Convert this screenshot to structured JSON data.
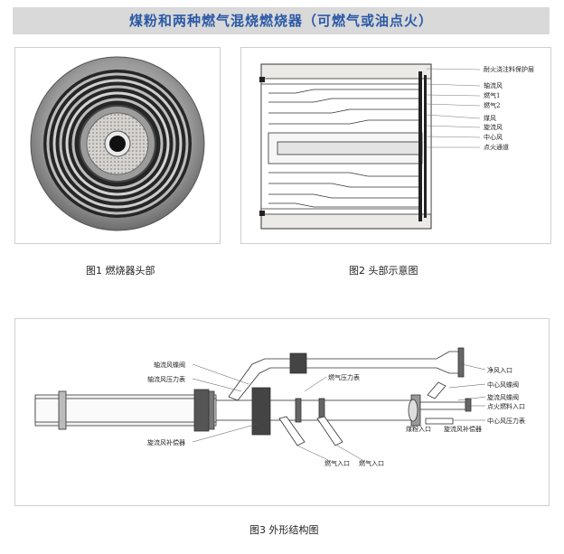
{
  "title": "煤粉和两种燃气混烧燃烧器（可燃气或油点火）",
  "figures": [
    {
      "caption": "图1  燃烧器头部"
    },
    {
      "caption": "图2  头部示意图"
    },
    {
      "caption": "图3  外形结构图"
    }
  ],
  "fig2_labels": [
    "耐火浇注料保护层",
    "轴流风",
    "燃气1",
    "燃气2",
    "煤风",
    "旋流风",
    "中心风",
    "点火通道"
  ],
  "fig3_labels": {
    "axial_damper": "轴流风蝶阀",
    "axial_gauge": "轴流风压力表",
    "swirl_comp": "旋流风补偿器",
    "gas_gauge": "燃气压力表",
    "gas_inlet_1": "燃气入口",
    "gas_inlet_2": "燃气入口",
    "clean_air_inlet": "净风入口",
    "center_damper": "中心风蝶阀",
    "swirl_damper": "旋流风蝶阀",
    "ignition_inlet": "点火燃料入口",
    "center_gauge": "中心风压力表",
    "coal_inlet": "煤粉入口",
    "swirl_comp_2": "旋流风补偿器"
  }
}
